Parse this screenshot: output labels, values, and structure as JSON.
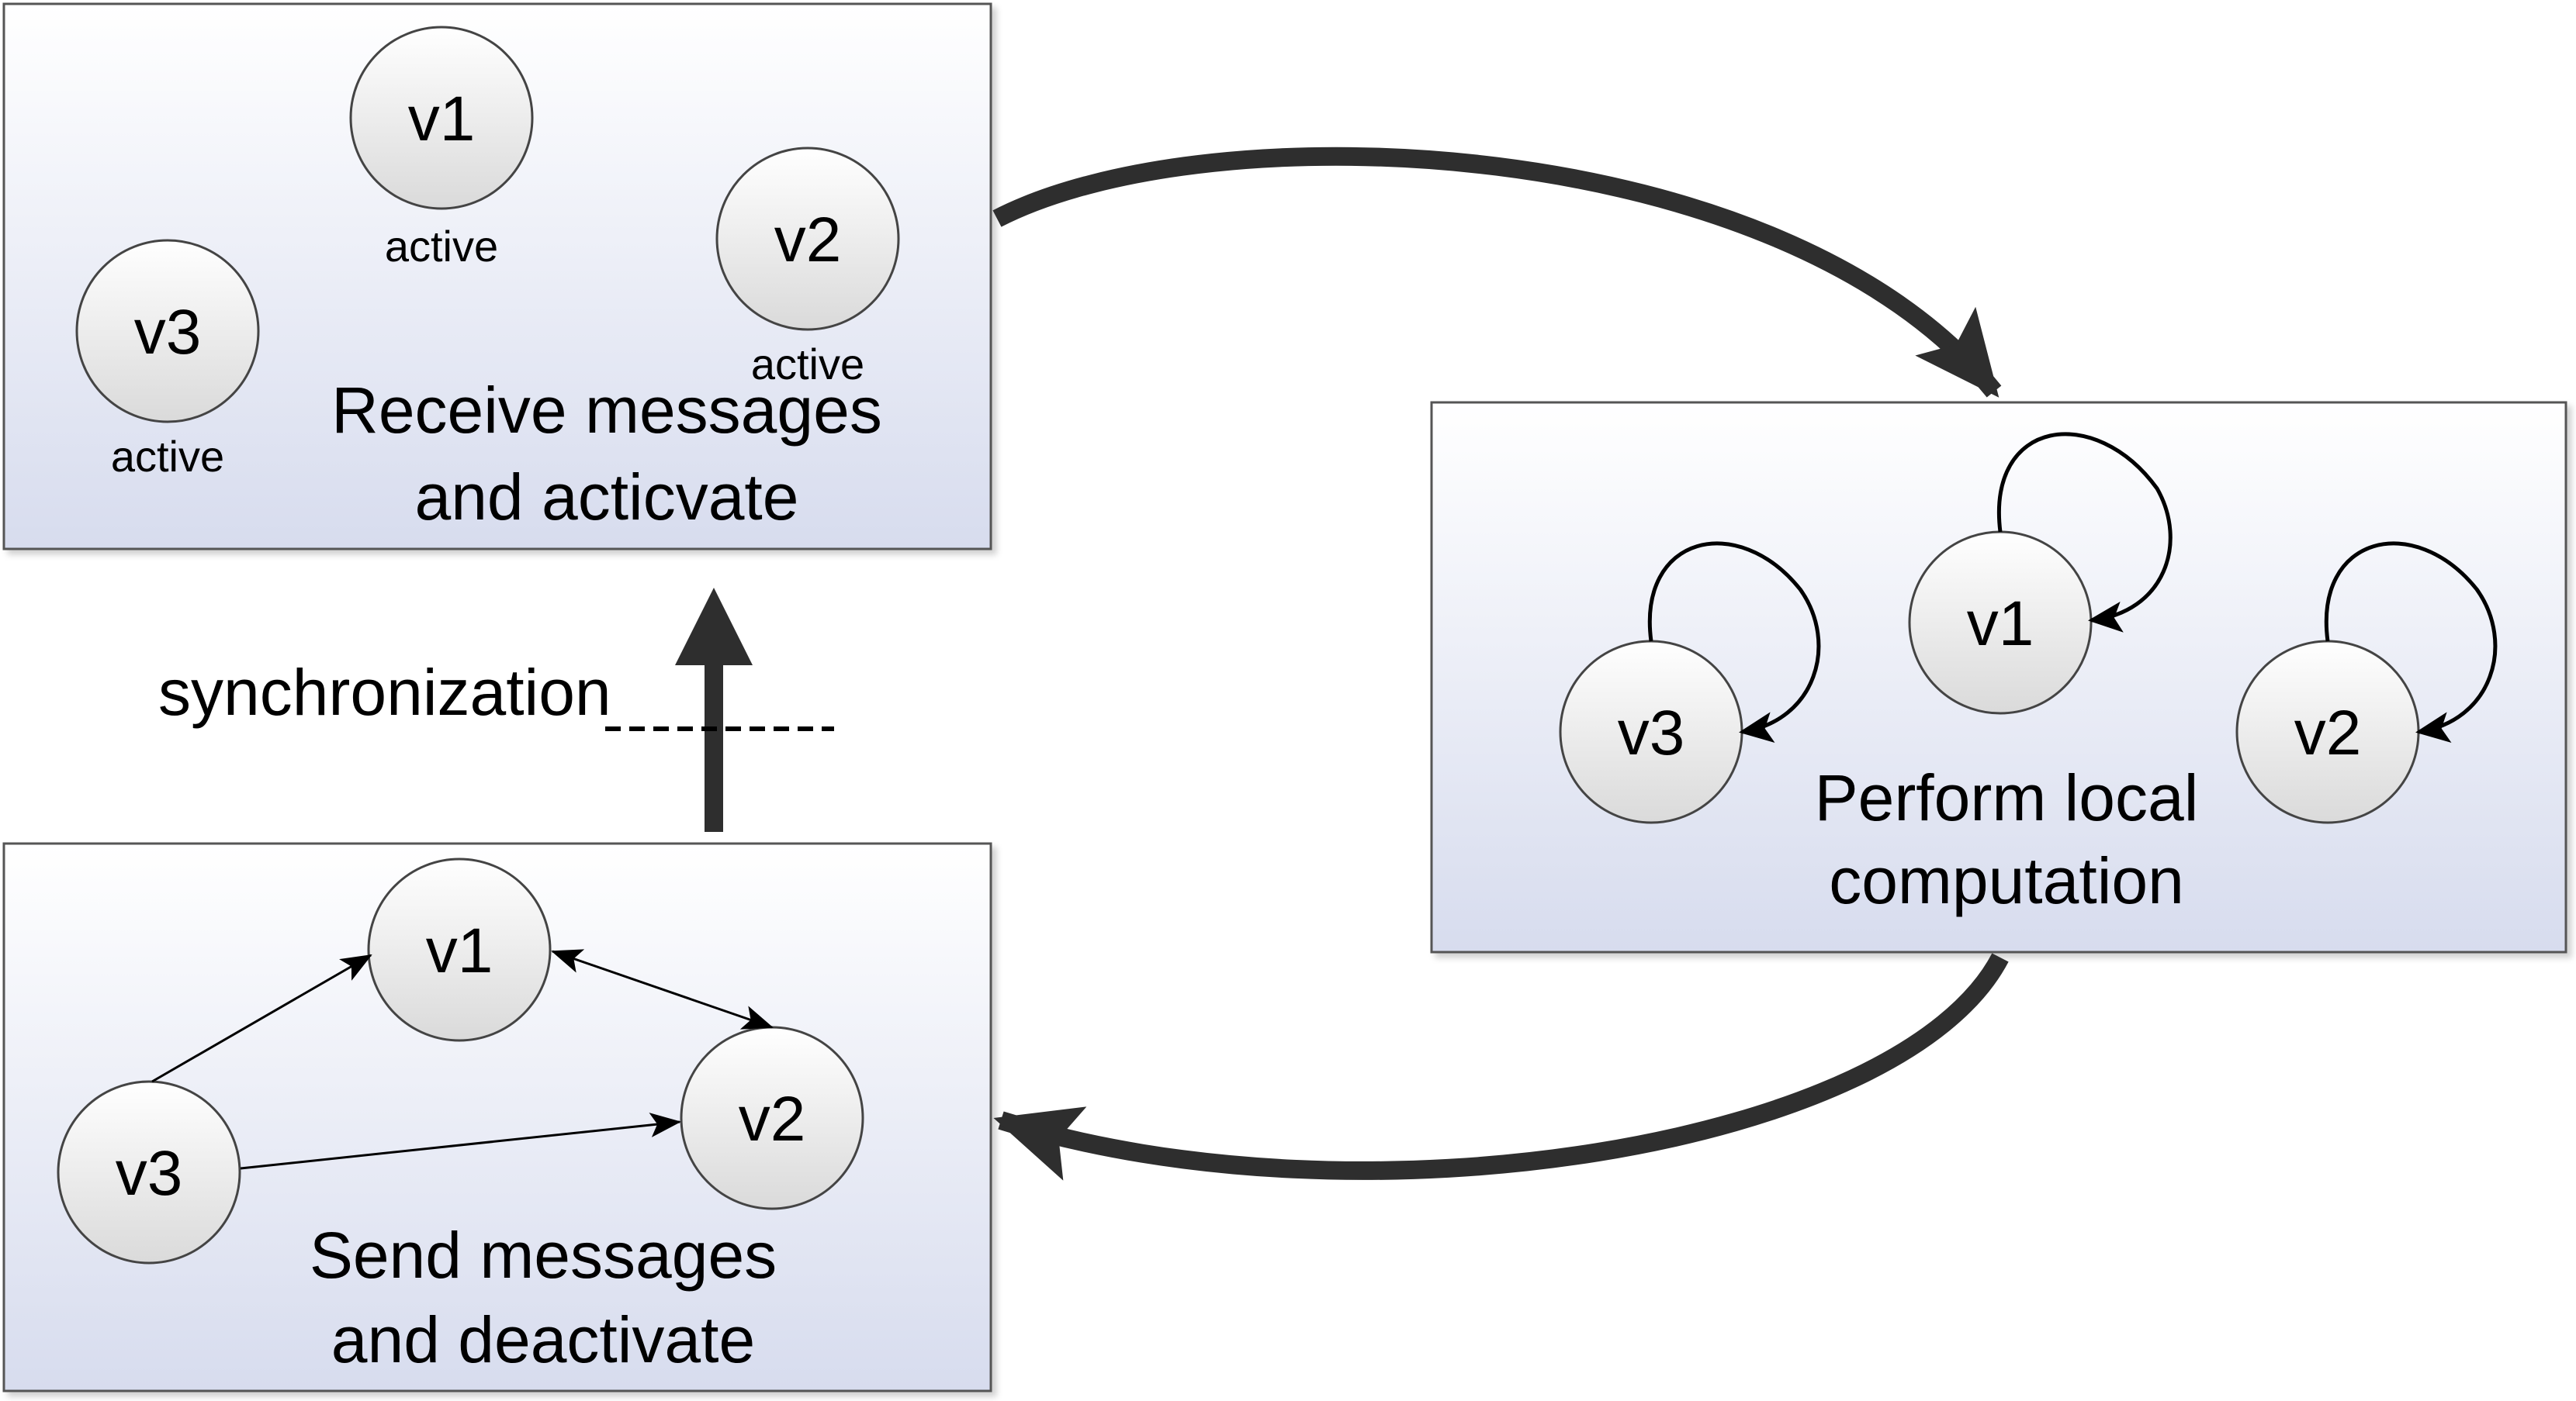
{
  "panels": {
    "receive": {
      "caption_line1": "Receive messages",
      "caption_line2": "and acticvate",
      "nodes": {
        "v1": "v1",
        "v2": "v2",
        "v3": "v3"
      },
      "status": {
        "v1": "active",
        "v2": "active",
        "v3": "active"
      }
    },
    "compute": {
      "caption_line1": "Perform local",
      "caption_line2": "computation",
      "nodes": {
        "v1": "v1",
        "v2": "v2",
        "v3": "v3"
      }
    },
    "send": {
      "caption_line1": "Send messages",
      "caption_line2": "and deactivate",
      "nodes": {
        "v1": "v1",
        "v2": "v2",
        "v3": "v3"
      }
    }
  },
  "sync_label": "synchronization",
  "colors": {
    "panel_top": "#ffffff",
    "panel_bottom": "#d7dcee",
    "node_fill_top": "#ffffff",
    "node_fill_bottom": "#dcdcdc",
    "arrow": "#2e2e2e"
  }
}
